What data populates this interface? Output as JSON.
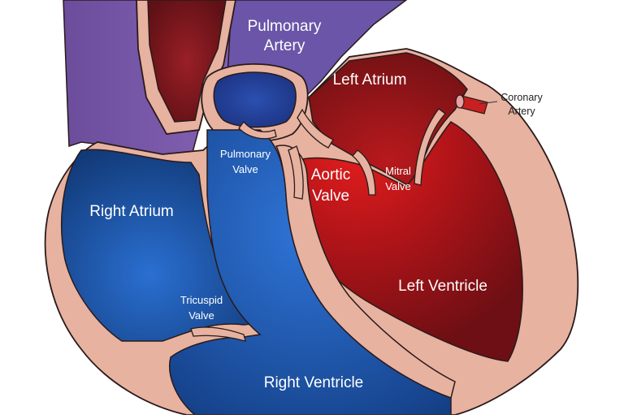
{
  "labels": {
    "pulmonary_artery": [
      "Pulmonary",
      "Artery"
    ],
    "left_atrium": "Left Atrium",
    "coronary_artery": [
      "Coronary",
      "Artery"
    ],
    "pulmonary_valve": [
      "Pulmonary",
      "Valve"
    ],
    "aortic_valve": [
      "Aortic",
      "Valve"
    ],
    "mitral_valve": [
      "Mitral",
      "Valve"
    ],
    "right_atrium": "Right Atrium",
    "left_ventricle": "Left Ventricle",
    "tricuspid_valve": [
      "Tricuspid",
      "Valve"
    ],
    "right_ventricle": "Right Ventricle"
  },
  "colors": {
    "muscle": "#e7b2a0",
    "outline": "#2a1a1a",
    "vena_cava": "#7c5aa8",
    "right_side_blue": "#1f5fbf",
    "left_side_red": "#c81a1a",
    "aorta_red": "#8e1e24"
  }
}
